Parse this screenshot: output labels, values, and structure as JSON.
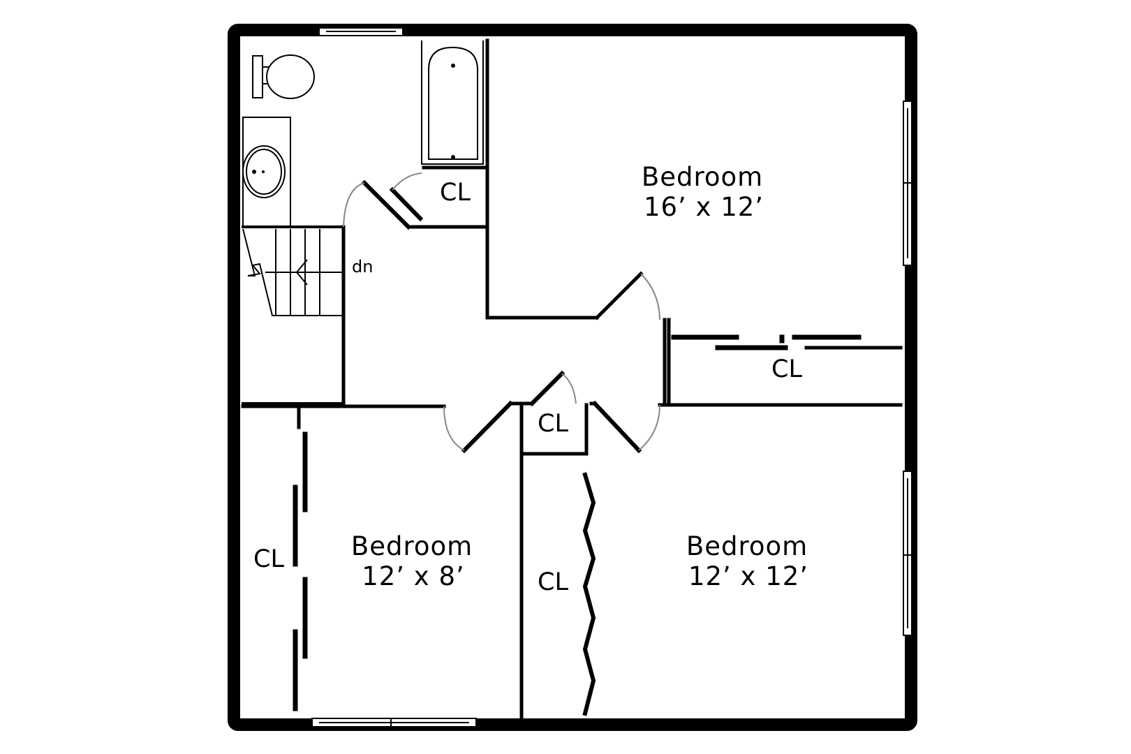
{
  "rooms": {
    "bedroom_large": {
      "name": "Bedroom",
      "size": "16’ x 12’"
    },
    "bedroom_small": {
      "name": "Bedroom",
      "size": "12’ x 8’"
    },
    "bedroom_right": {
      "name": "Bedroom",
      "size": "12’ x 12’"
    }
  },
  "closets": {
    "bath_closet": "CL",
    "hall_closet_right": "CL",
    "hall_closet_small": "CL",
    "left_closet": "CL",
    "middle_closet": "CL"
  },
  "stairs": {
    "direction_label": "dn"
  }
}
